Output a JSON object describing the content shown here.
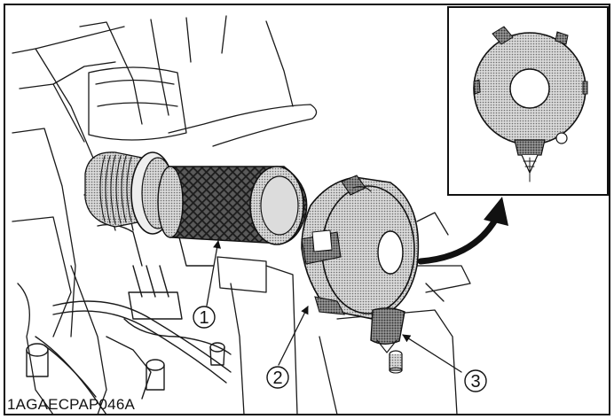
{
  "figure": {
    "code": "1AGAECPAP046A",
    "callouts": [
      {
        "number": "1",
        "part": "element"
      },
      {
        "number": "2",
        "part": "cover"
      },
      {
        "number": "3",
        "part": "evacuator-valve"
      }
    ]
  }
}
